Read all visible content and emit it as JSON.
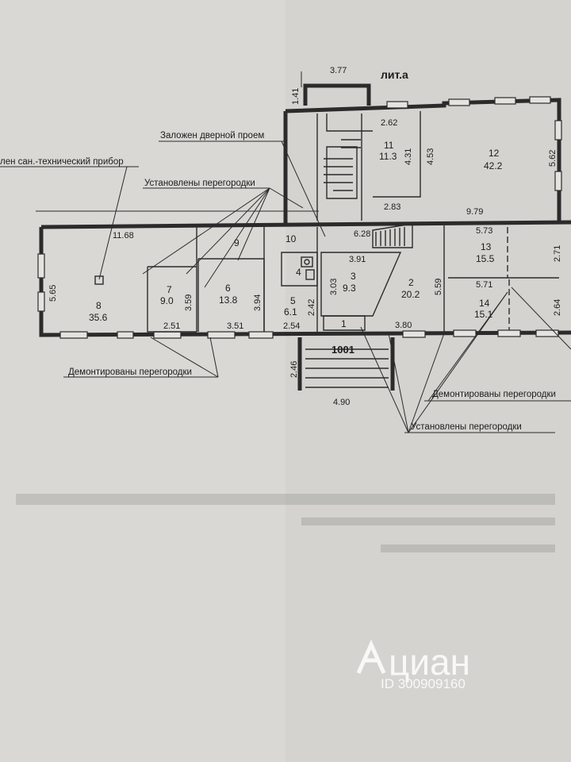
{
  "title": "лит.а",
  "entrance_label": "1001",
  "notes": {
    "fixture_note": "лен сан.-технический прибор",
    "door_bricked": "Заложен дверной проем",
    "partitions_installed_top": "Установлены перегородки",
    "partitions_removed_left": "Демонтированы перегородки",
    "partitions_removed_right": "Демонтированы перегородки",
    "partitions_installed_bottom": "Установлены перегородки"
  },
  "rooms": [
    {
      "id": "room-1",
      "number": "1",
      "area": ""
    },
    {
      "id": "room-2",
      "number": "2",
      "area": "20.2"
    },
    {
      "id": "room-3",
      "number": "3",
      "area": "9.3"
    },
    {
      "id": "room-4",
      "number": "4",
      "area": ""
    },
    {
      "id": "room-5",
      "number": "5",
      "area": "6.1"
    },
    {
      "id": "room-6",
      "number": "6",
      "area": "13.8"
    },
    {
      "id": "room-7",
      "number": "7",
      "area": "9.0"
    },
    {
      "id": "room-8",
      "number": "8",
      "area": "35.6"
    },
    {
      "id": "room-9",
      "number": "9",
      "area": ""
    },
    {
      "id": "room-10",
      "number": "10",
      "area": ""
    },
    {
      "id": "room-11",
      "number": "11",
      "area": "11.3"
    },
    {
      "id": "room-12",
      "number": "12",
      "area": "42.2"
    },
    {
      "id": "room-13",
      "number": "13",
      "area": "15.5"
    },
    {
      "id": "room-14",
      "number": "14",
      "area": "15.1"
    }
  ],
  "dimensions": {
    "d_3_77": "3.77",
    "d_1_41": "1.41",
    "d_2_62": "2.62",
    "d_4_31": "4.31",
    "d_4_53": "4.53",
    "d_5_62": "5.62",
    "d_2_83": "2.83",
    "d_9_79": "9.79",
    "d_11_68": "11.68",
    "d_6_28": "6.28",
    "d_5_73": "5.73",
    "d_2_71": "2.71",
    "d_5_65": "5.65",
    "d_3_91": "3.91",
    "d_3_03": "3.03",
    "d_5_59": "5.59",
    "d_5_71": "5.71",
    "d_2_64": "2.64",
    "d_3_59": "3.59",
    "d_3_94": "3.94",
    "d_2_42": "2.42",
    "d_2_51": "2.51",
    "d_3_51": "3.51",
    "d_2_54": "2.54",
    "d_3_80": "3.80",
    "d_2_46": "2.46",
    "d_4_90": "4.90"
  },
  "watermark": {
    "brand": "циан",
    "id_text": "ID 300909160"
  },
  "colors": {
    "paper": "#d9d8d4",
    "ink": "#2b2b2b",
    "watermark": "#ffffff"
  }
}
